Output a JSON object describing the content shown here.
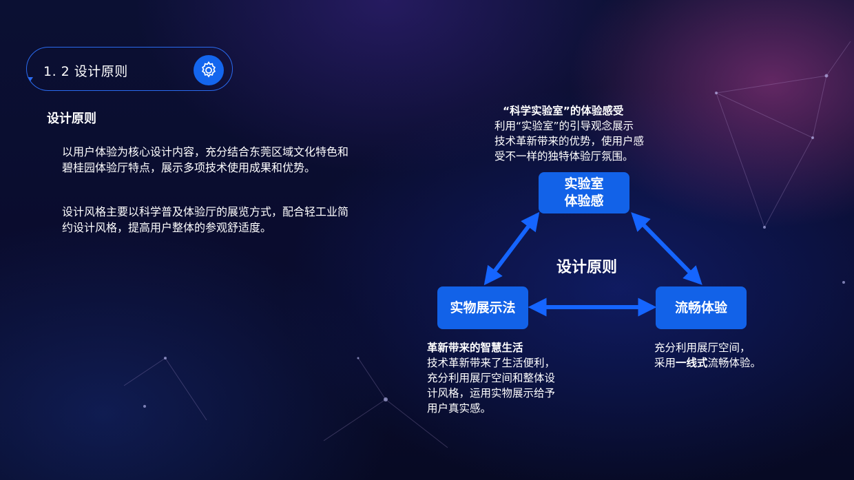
{
  "header": {
    "title": "1. 2 设计原则",
    "icon": "gear-icon",
    "accent": "#1466ee"
  },
  "left": {
    "heading": "设计原则",
    "paragraphs": [
      "以用户体验为核心设计内容，充分结合东莞区域文化特色和碧桂园体验厅特点，展示多项技术使用成果和优势。",
      "设计风格主要以科学普及体验厅的展览方式，配合轻工业简约设计风格，提高用户整体的参观舒适度。"
    ]
  },
  "diagram": {
    "center": "设计原则",
    "node_color": "#1262e8",
    "nodes": {
      "top": "实验室\n体验感",
      "left": "实物展示法",
      "right": "流畅体验"
    },
    "descriptions": {
      "top": {
        "heading": "“科学实验室”的体验感受",
        "lines": [
          "利用“实验室”的引导观念展示",
          "技术革新带来的优势，使用户感",
          "受不一样的独特体验厅氛围。"
        ]
      },
      "left": {
        "heading": "革新带来的智慧生活",
        "lines": [
          "技术革新带来了生活便利，",
          "充分利用展厅空间和整体设",
          "计风格，运用实物展示给予",
          "用户真实感。"
        ]
      },
      "right": {
        "line1": "充分利用展厅空间，",
        "line2_prefix": "采用",
        "line2_bold": "一线式",
        "line2_suffix": "流畅体验。"
      }
    }
  }
}
